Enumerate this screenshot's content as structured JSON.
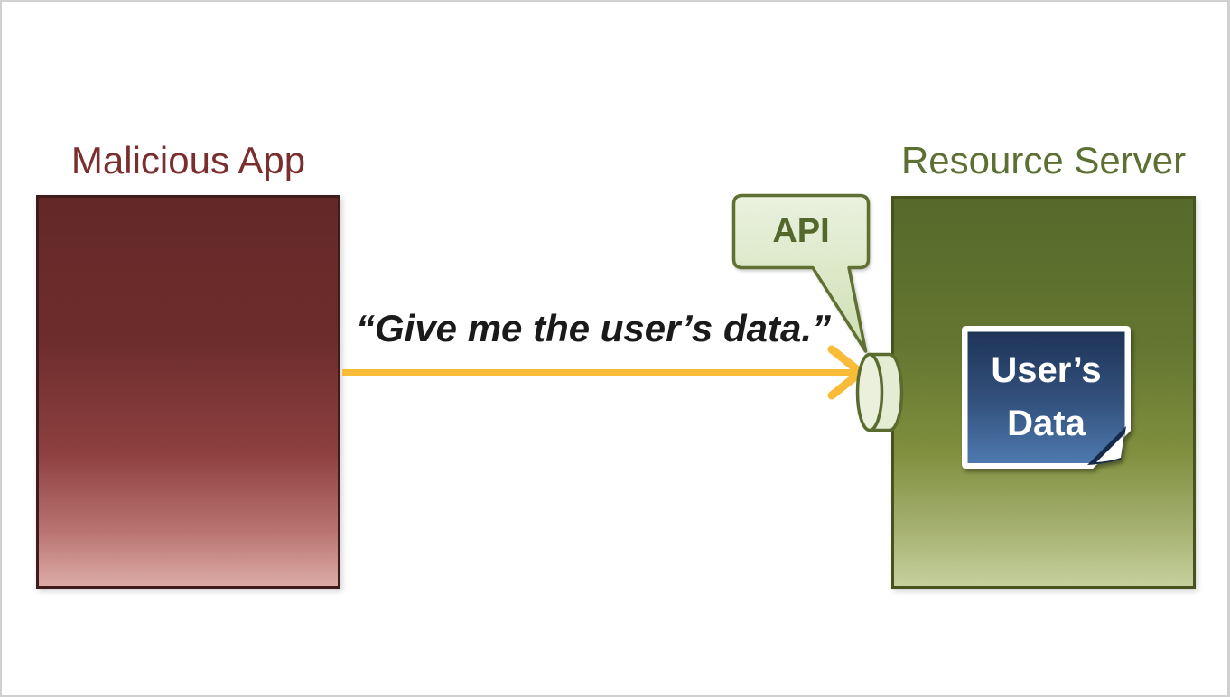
{
  "canvas": {
    "background": "#FFFFFF",
    "border_color": "#D0D0D0"
  },
  "malicious_app": {
    "label": "Malicious App",
    "label_color": "#7B2E2E",
    "box_colors": {
      "border": "#3F1B1B",
      "gradient_top": "#642828",
      "gradient_bottom": "#DCABA6"
    }
  },
  "resource_server": {
    "label": "Resource Server",
    "label_color": "#5C7033",
    "box_colors": {
      "border": "#47521F",
      "gradient_top": "#57692B",
      "gradient_bottom": "#C6D09E"
    }
  },
  "request": {
    "message": "“Give me the user’s data.”",
    "message_color": "#1A1A1A",
    "arrow_color": "#F9BC38"
  },
  "api": {
    "label": "API",
    "label_color": "#55682C",
    "callout_colors": {
      "border": "#5E7030",
      "fill_top": "#EAF1DF",
      "fill_bottom": "#CFDFB2"
    },
    "port_colors": {
      "border": "#5A6B2F",
      "body_fill": "#E4ECD4",
      "cap_fill": "#EAF0DC"
    }
  },
  "users_data": {
    "line1": "User’s",
    "line2": "Data",
    "text_color": "#FFFFFF",
    "note_colors": {
      "border": "#FFFFFF",
      "gradient_top": "#1F3458",
      "gradient_bottom": "#4E79AE",
      "fold_shadow": "#16294A"
    }
  }
}
